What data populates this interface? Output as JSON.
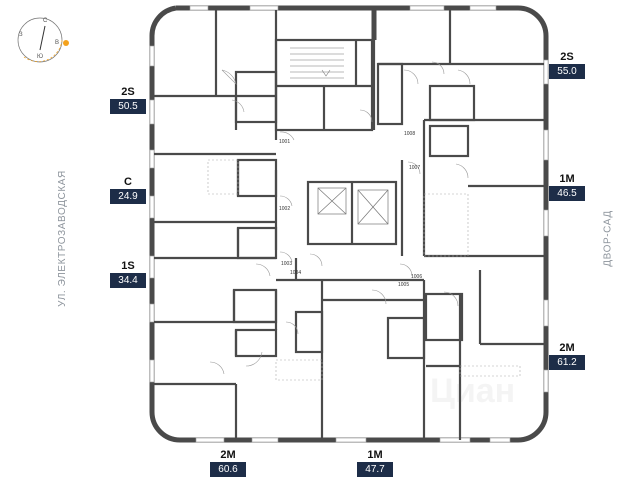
{
  "compass": {
    "north": "С",
    "east": "В",
    "south": "Ю",
    "west": "З"
  },
  "streets": {
    "left": "УЛ. ЭЛЕКТРОЗАВОДСКАЯ",
    "right": "ДВОР-САД"
  },
  "units": [
    {
      "type": "2S",
      "area": "50.5"
    },
    {
      "type": "C",
      "area": "24.9"
    },
    {
      "type": "1S",
      "area": "34.4"
    },
    {
      "type": "2M",
      "area": "60.6"
    },
    {
      "type": "1M",
      "area": "47.7"
    },
    {
      "type": "2M",
      "area": "61.2"
    },
    {
      "type": "1M",
      "area": "46.5"
    },
    {
      "type": "2S",
      "area": "55.0"
    }
  ],
  "doors": [
    "1001",
    "1002",
    "1003",
    "1004",
    "1005",
    "1006",
    "1007",
    "1008"
  ],
  "watermark": "Циан",
  "colors": {
    "wall": "#4a4a4a",
    "label_bg": "#1d2d48",
    "sun": "#f4a21d"
  }
}
